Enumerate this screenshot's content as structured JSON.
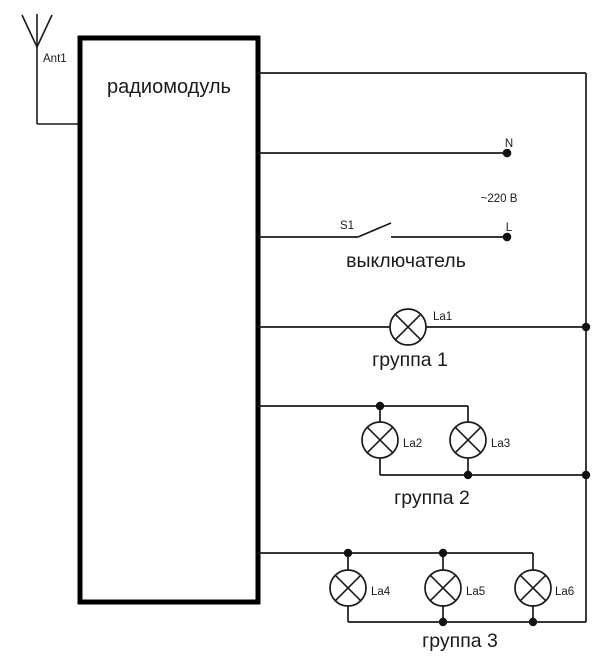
{
  "diagram": {
    "background": "#ffffff",
    "line_color": "#1a1a1a",
    "antenna": {
      "label": "Ant1"
    },
    "module": {
      "label": "радиомодуль"
    },
    "power": {
      "neutral_terminal": "N",
      "voltage": "~220 В",
      "line_terminal": "L"
    },
    "switch": {
      "designator": "S1",
      "caption": "выключатель"
    },
    "groups": [
      {
        "caption": "группа 1",
        "lamps": [
          "La1"
        ]
      },
      {
        "caption": "группа 2",
        "lamps": [
          "La2",
          "La3"
        ]
      },
      {
        "caption": "группа 3",
        "lamps": [
          "La4",
          "La5",
          "La6"
        ]
      }
    ]
  }
}
